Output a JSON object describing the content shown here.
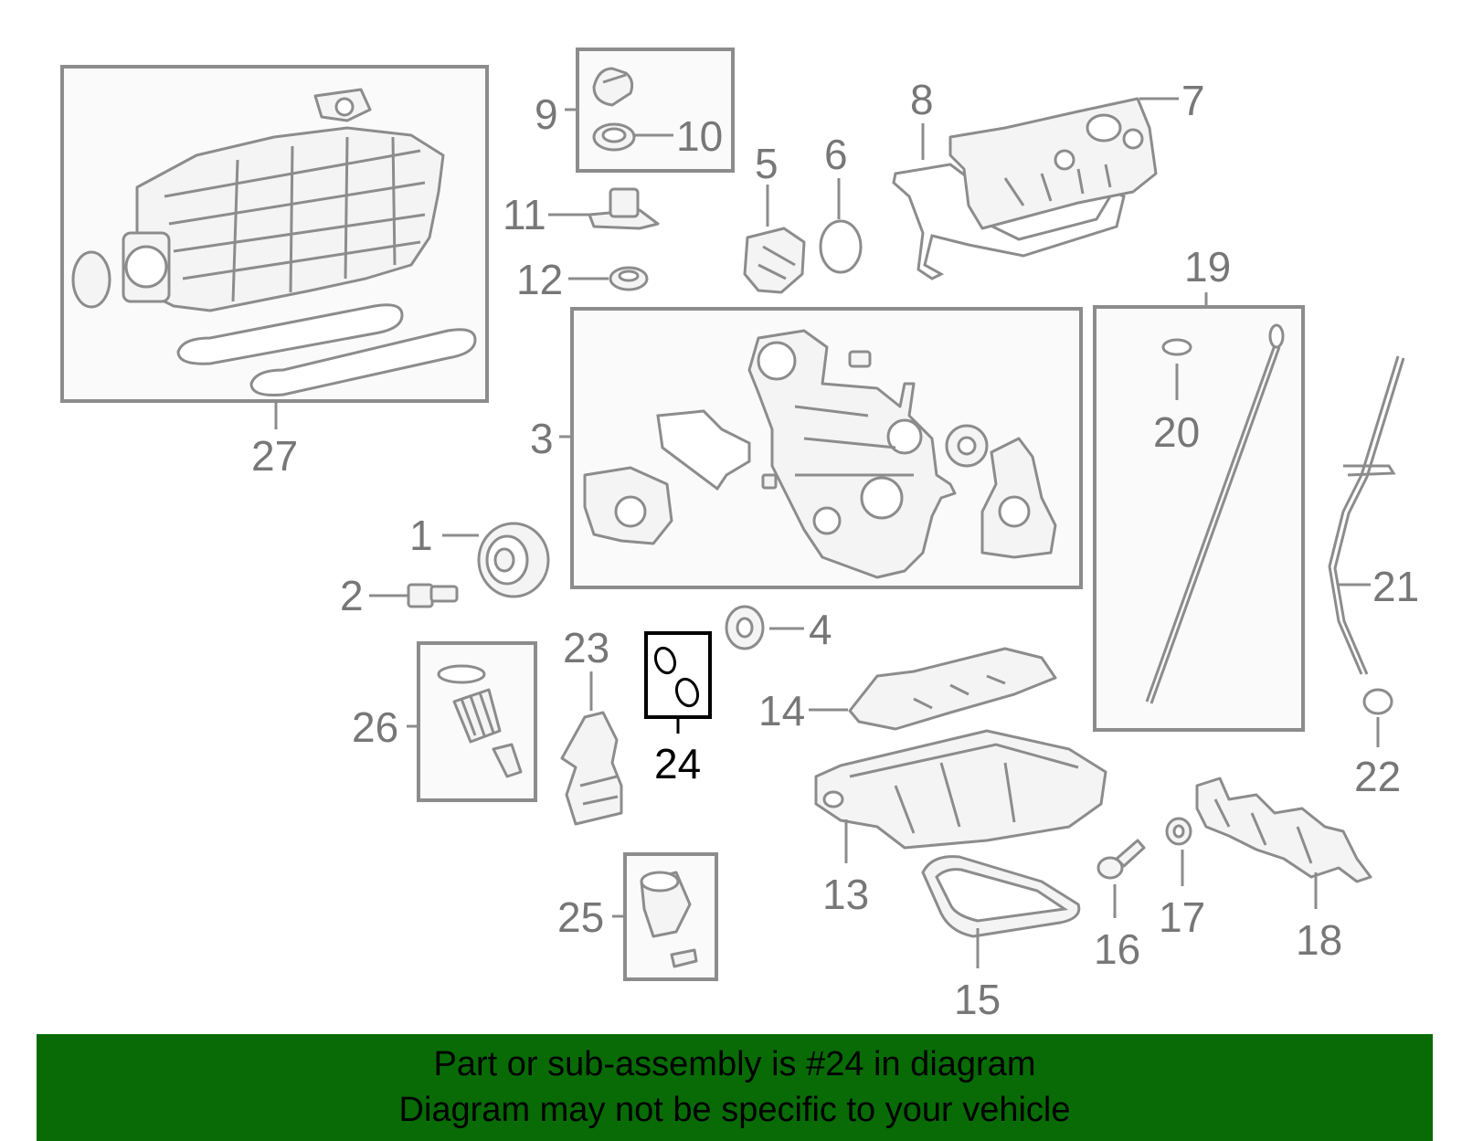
{
  "diagram": {
    "callouts": {
      "c1": "1",
      "c2": "2",
      "c3": "3",
      "c4": "4",
      "c5": "5",
      "c6": "6",
      "c7": "7",
      "c8": "8",
      "c9": "9",
      "c10": "10",
      "c11": "11",
      "c12": "12",
      "c13": "13",
      "c14": "14",
      "c15": "15",
      "c16": "16",
      "c17": "17",
      "c18": "18",
      "c19": "19",
      "c20": "20",
      "c21": "21",
      "c22": "22",
      "c23": "23",
      "c24": "24",
      "c25": "25",
      "c26": "26",
      "c27": "27"
    },
    "highlighted_callout": "24"
  },
  "banner": {
    "line1": "Part or sub-assembly is #24 in diagram",
    "line2": "Diagram may not be specific to your vehicle",
    "background_color": "#086b06"
  }
}
